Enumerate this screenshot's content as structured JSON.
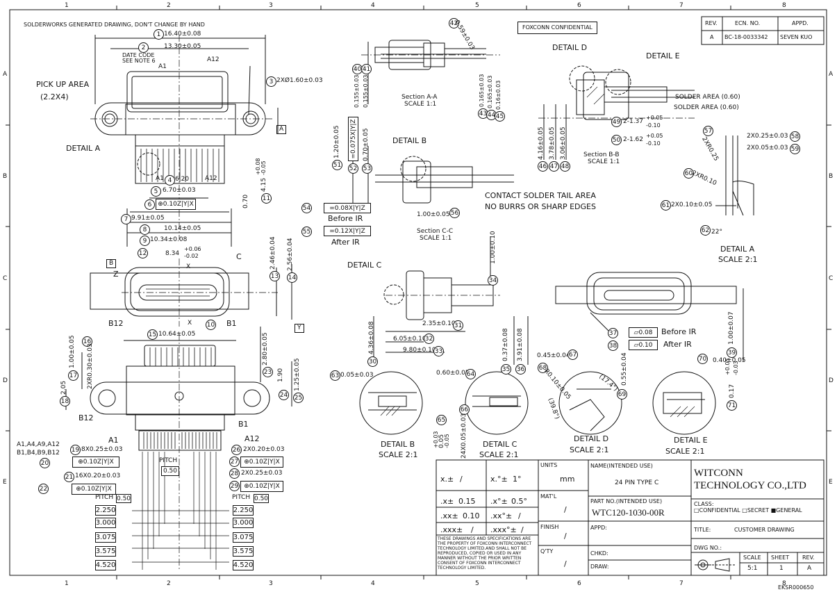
{
  "sheet": {
    "col_labels": [
      "1",
      "2",
      "3",
      "4",
      "5",
      "6",
      "7",
      "8"
    ],
    "row_labels": [
      "A",
      "B",
      "C",
      "D",
      "E"
    ],
    "header_note": "SOLDERWORKS GENERATED DRAWING, DON'T CHANGE BY HAND",
    "confidential": "FOXCONN CONFIDENTIAL",
    "footer_code": "EKSR000650"
  },
  "revision_table": {
    "headers": [
      "REV.",
      "ECN. NO.",
      "APPD."
    ],
    "row": [
      "A",
      "BC-18-0033342",
      "SEVEN KUO"
    ]
  },
  "top_view": {
    "dims": [
      "16.40±0.08",
      "13.30±0.05",
      "2XØ1.60±0.03",
      "6.20",
      "6.70±0.03",
      "0.10",
      "9.91±0.05",
      "10.14±0.05",
      "10.34±0.08",
      "8.34",
      "+0.06",
      "-0.02",
      "0.70",
      "4.15",
      "+0.08",
      "-0.05",
      "2.46±0.04",
      "2.56±0.04"
    ],
    "labels": [
      "DATE CODE",
      "SEE NOTE 6",
      "PICK UP AREA",
      "(2.2X4)",
      "DETAIL A",
      "A",
      "B",
      "Y",
      "X",
      "Z",
      "C",
      "A1",
      "A12",
      "B12",
      "B1"
    ]
  },
  "bottom_view": {
    "dims": [
      "10.64±0.05",
      "2XR0.30±0.03",
      "1.00±0.05",
      "2.05",
      "2.80±0.05",
      "1.90",
      "1.25±0.05",
      "8X0.25±0.03",
      "0.10",
      "16X0.20±0.03",
      "0.10",
      "2X0.20±0.03",
      "0.10",
      "2X0.25±0.03",
      "0.10"
    ],
    "labels": [
      "B12",
      "B1",
      "A1",
      "A12",
      "A1,A4,A9,A12",
      "B1,B4,B9,B12",
      "PITCH",
      "0.50",
      "PITCH",
      "0.50"
    ],
    "pitch_left": [
      "2.250",
      "3.000",
      "3.075",
      "3.575",
      "4.520"
    ],
    "pitch_right": [
      "2.250",
      "3.000",
      "3.075",
      "3.575",
      "4.520"
    ]
  },
  "section_aa": {
    "title": "Section A-A",
    "scale": "SCALE 1:1",
    "dims": [
      "0.59±0.03",
      "0.155±0.03",
      "0.155±0.03",
      "0.165±0.03",
      "0.165±0.03",
      "0.16±0.03"
    ]
  },
  "section_bb": {
    "title": "Section B-B",
    "scale": "SCALE 1:1",
    "labels": [
      "DETAIL D",
      "DETAIL E",
      "SOLDER AREA (0.60)",
      "SOLDER AREA (0.60)"
    ],
    "dims": [
      "4.16±0.05",
      "3.78±0.05",
      "3.06±0.05",
      "2-1.37",
      "+0.05",
      "-0.10",
      "2-1.62",
      "+0.05",
      "-0.10"
    ]
  },
  "section_cc": {
    "title": "Section C-C",
    "scale": "SCALE 1:1",
    "labels": [
      "DETAIL B",
      "CONTACT SOLDER TAIL AREA",
      "NO BURRS OR SHARP EDGES",
      "Before IR",
      "After IR"
    ],
    "dims": [
      "1.20±0.05",
      "0.075",
      "0.70±0.05",
      "0.08",
      "0.12",
      "1.00±0.05"
    ]
  },
  "side_view": {
    "labels": [
      "DETAIL C"
    ],
    "dims": [
      "1.00±0.10",
      "4.36±0.08",
      "2.35±0.10",
      "6.05±0.10",
      "9.80±0.10",
      "0.37±0.08",
      "3.91±0.08"
    ]
  },
  "front_view": {
    "labels": [
      "Before IR",
      "After IR"
    ],
    "dims": [
      "0.08",
      "0.10",
      "1.00±0.07"
    ]
  },
  "detail_a": {
    "title": "DETAIL A",
    "scale": "SCALE 2:1",
    "dims": [
      "2X0.25±0.03",
      "2X0.05±0.03",
      "2XR0.25",
      "2XR0.10",
      "2X0.10±0.05",
      "22°"
    ]
  },
  "detail_b": {
    "title": "DETAIL B",
    "scale": "SCALE 2:1",
    "dims": [
      "0.05±0.03"
    ]
  },
  "detail_c": {
    "title": "DETAIL C",
    "scale": "SCALE 2:1",
    "dims": [
      "0.60±0.05",
      "0.05",
      "+0.03",
      "-0.05",
      "24X0.05±0.03"
    ]
  },
  "detail_d": {
    "title": "DETAIL D",
    "scale": "SCALE 2:1",
    "dims": [
      "0.45±0.04",
      "R0.10±0.05",
      "(17.4°)",
      "(39.8°)",
      "0.55±0.04"
    ]
  },
  "detail_e": {
    "title": "DETAIL E",
    "scale": "SCALE 2:1",
    "dims": [
      "0.40±0.05",
      "0.17",
      "+0.05",
      "-0.03"
    ]
  },
  "balloons": [
    "1",
    "2",
    "3",
    "4",
    "5",
    "6",
    "7",
    "8",
    "9",
    "10",
    "11",
    "12",
    "13",
    "14",
    "15",
    "16",
    "17",
    "18",
    "19",
    "20",
    "21",
    "22",
    "23",
    "24",
    "25",
    "26",
    "27",
    "28",
    "29",
    "30",
    "31",
    "32",
    "33",
    "34",
    "35",
    "36",
    "37",
    "38",
    "39",
    "40",
    "41",
    "42",
    "43",
    "44",
    "45",
    "46",
    "47",
    "48",
    "49",
    "50",
    "51",
    "52",
    "53",
    "54",
    "55",
    "56",
    "57",
    "58",
    "59",
    "60",
    "61",
    "62",
    "63",
    "64",
    "65",
    "66",
    "67",
    "68",
    "69",
    "70",
    "71"
  ],
  "title_block": {
    "tolerances": {
      "r1": [
        "x.±",
        "/",
        "x.°±",
        "1°"
      ],
      "r2": [
        ".x±",
        "0.15",
        ".x°±",
        "0.5°"
      ],
      "r3": [
        ".xx±",
        "0.10",
        ".xx°±",
        "/"
      ],
      "r4": [
        ".xxx±",
        "/",
        ".xxx°±",
        "/"
      ]
    },
    "notice": "THESE DRAWINGS AND SPECIFICATIONS ARE THE PROPERTY OF FOXCONN INTERCONNECT TECHNOLOGY LIMITED.AND SHALL NOT BE REPRODUCED, COPIED OR USED IN ANY MANNER WITHOUT THE PRIOR WRITTEN CONSENT OF FOXCONN INTERCONNECT TECHNOLOGY LIMITED.",
    "units_label": "UNITS",
    "units": "mm",
    "matl_label": "MAT'L",
    "matl": "/",
    "finish_label": "FINISH",
    "finish": "/",
    "qty_label": "Q'TY",
    "qty": "/",
    "name_label": "NAME(INTENDED USE)",
    "name": "24 PIN  TYPE C",
    "part_label": "PART NO.(INTENDED USE)",
    "part_no": "WTC120-1030-00R",
    "appd_label": "APPD:",
    "chkd_label": "CHKD:",
    "draw_label": "DRAW:",
    "company_line1": "WITCONN",
    "company_line2": "TECHNOLOGY CO.,LTD",
    "class_label": "CLASS:",
    "class_options": "□CONFIDENTIAL □SECRET ■GENERAL",
    "title_label": "TITLE:",
    "title": "CUSTOMER DRAWING",
    "dwg_label": "DWG NO.:",
    "scale_label": "SCALE",
    "scale": "5:1",
    "sheet_label": "SHEET",
    "sheet": "1",
    "rev_label": "REV.",
    "rev": "A"
  }
}
